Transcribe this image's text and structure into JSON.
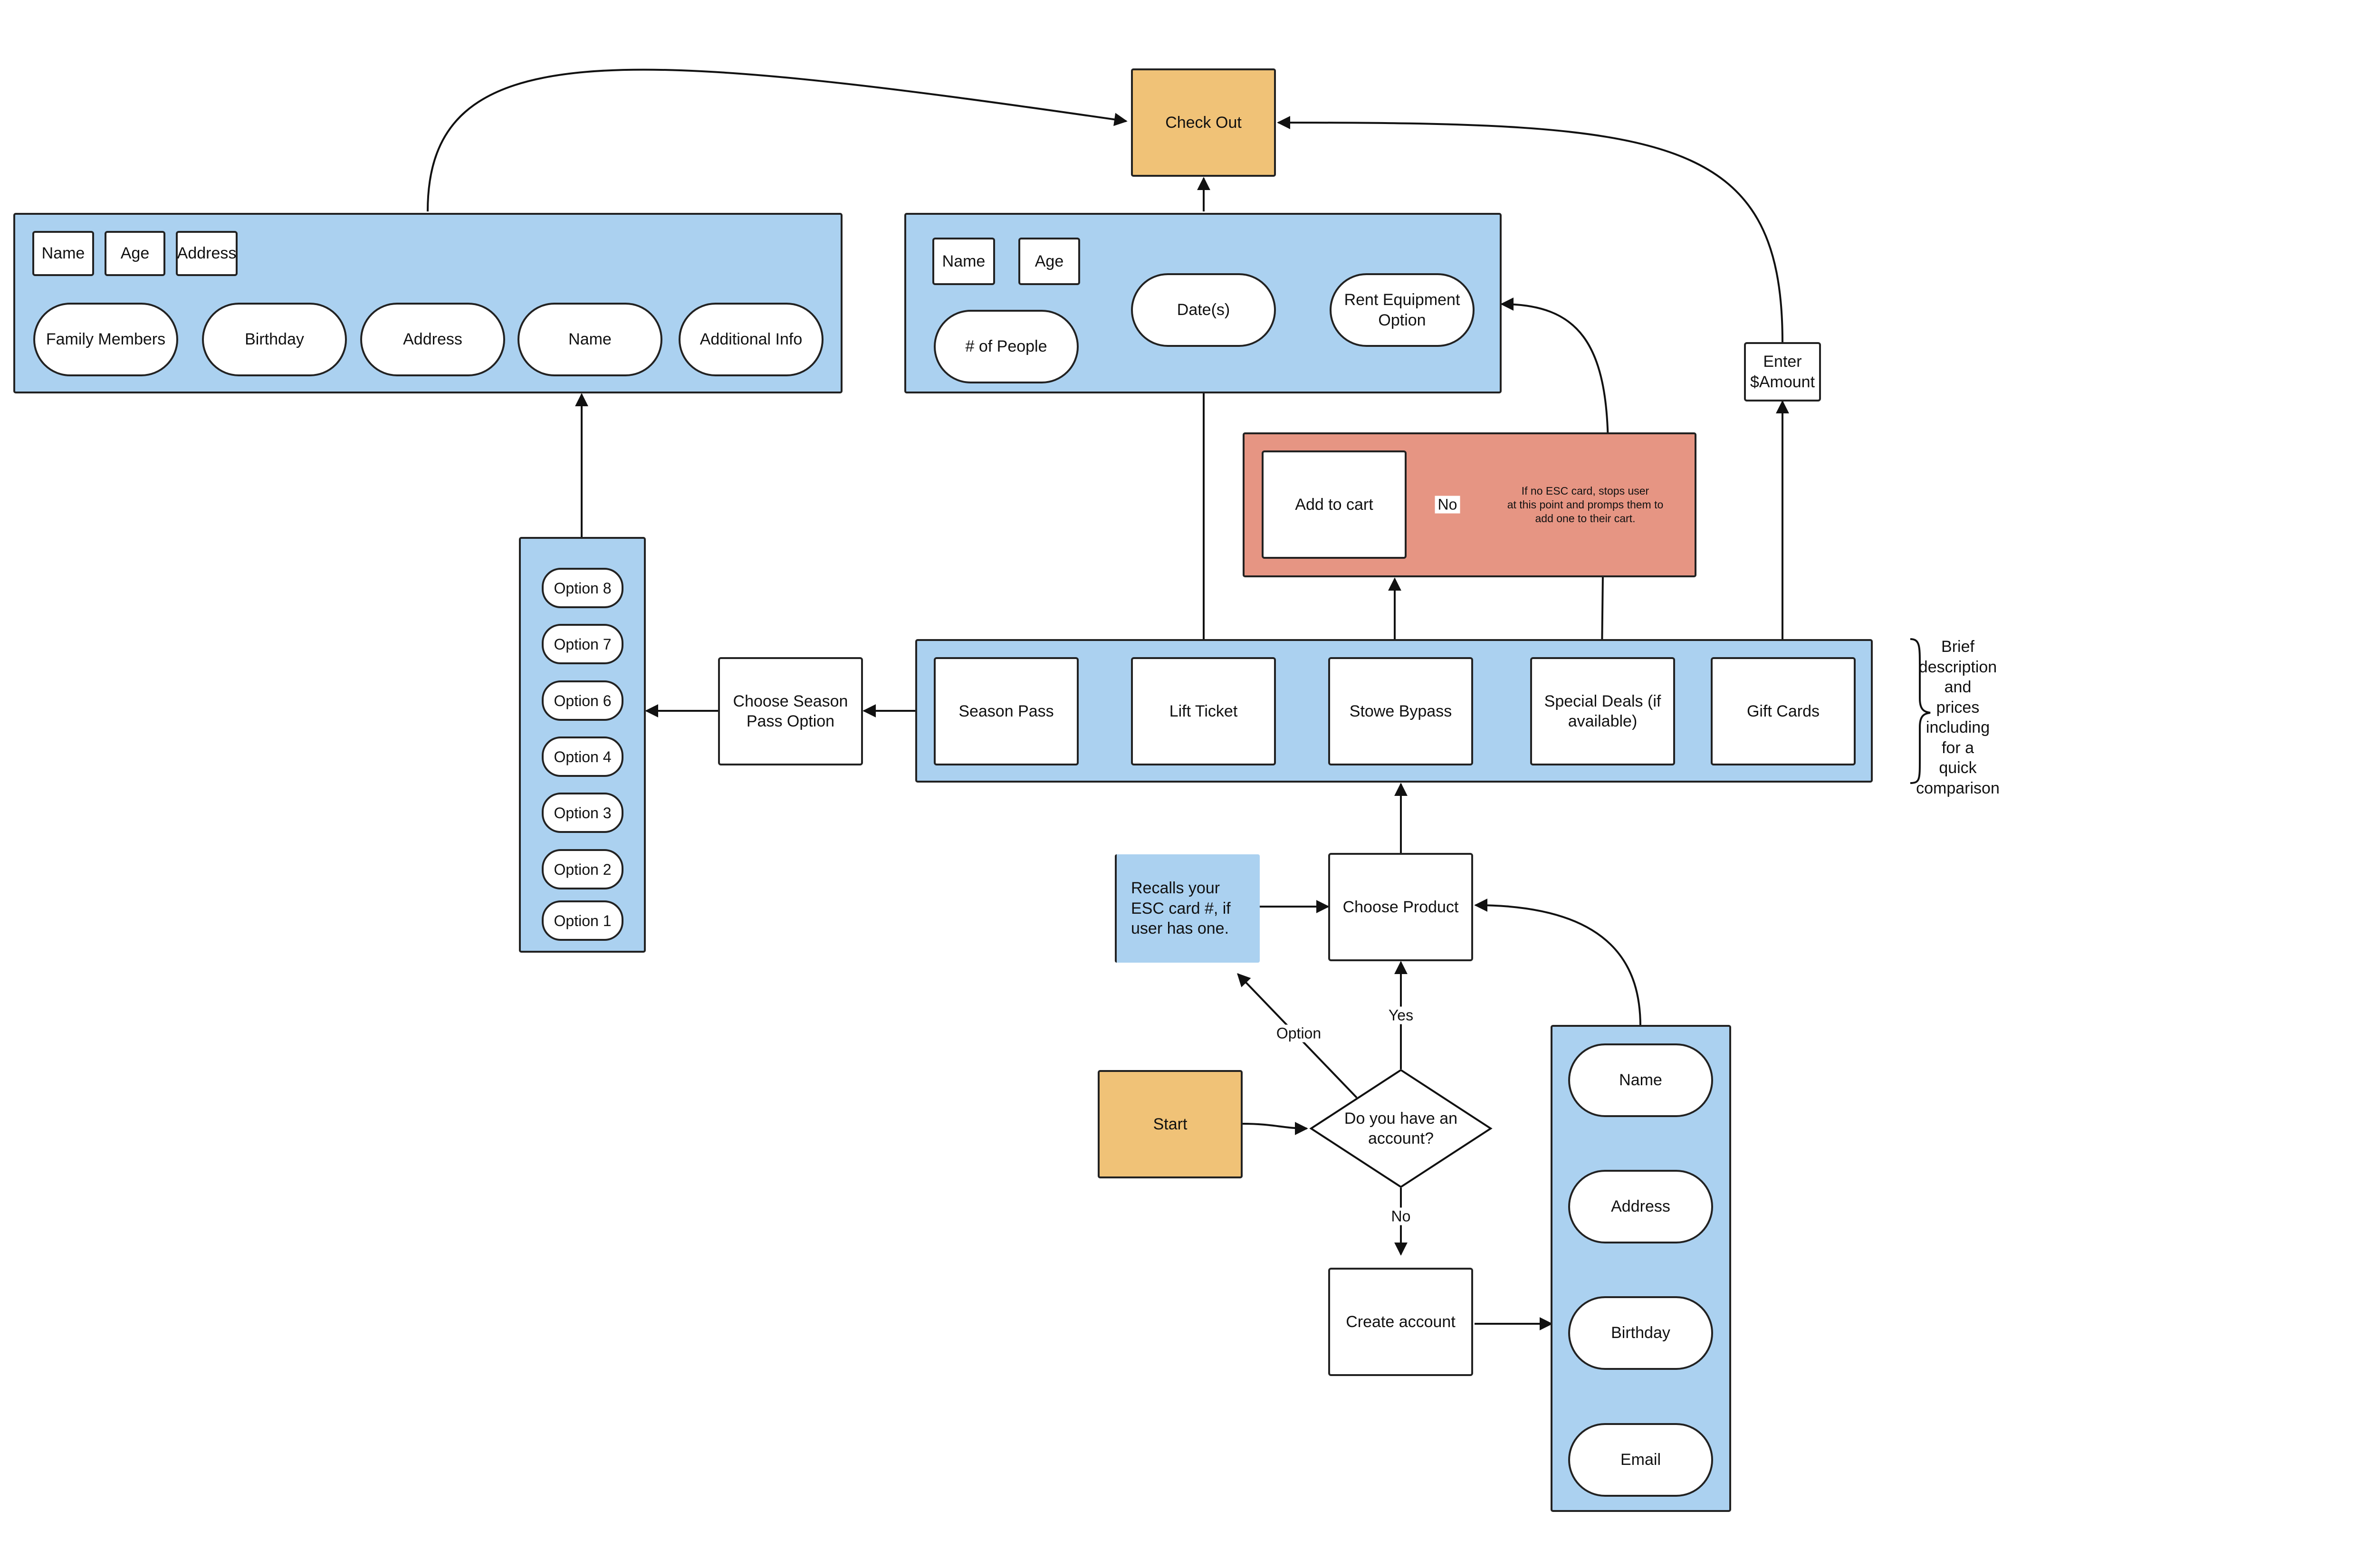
{
  "nodes": {
    "check_out": "Check Out",
    "family": {
      "name": "Name",
      "age": "Age",
      "address_small": "Address",
      "family_members": "Family Members",
      "birthday": "Birthday",
      "address": "Address",
      "name_pill": "Name",
      "additional_info": "Additional Info"
    },
    "ticket_details": {
      "name": "Name",
      "age": "Age",
      "num_people": "# of People",
      "dates": "Date(s)",
      "rent_equipment": "Rent Equipment\nOption"
    },
    "enter_amount": "Enter\n$Amount",
    "add_to_cart": "Add to cart",
    "esc_card_check": "If no ESC card, stops user\nat this point and promps them to\nadd one to their cart.",
    "options": [
      "Option 8",
      "Option 7",
      "Option 6",
      "Option 4",
      "Option 3",
      "Option 2",
      "Option 1"
    ],
    "choose_season_pass": "Choose Season\nPass Option",
    "products": {
      "season_pass": "Season Pass",
      "lift_ticket": "Lift Ticket",
      "stowe_bypass": "Stowe Bypass",
      "special_deals": "Special Deals (if\navailable)",
      "gift_cards": "Gift Cards"
    },
    "product_note": "Brief\ndescription\nand\nprices\nincluding\nfor a\nquick\ncomparison",
    "recalls_esc": "Recalls your\nESC card #, if\nuser has one.",
    "choose_product": "Choose Product",
    "start": "Start",
    "have_account": "Do you have an\naccount?",
    "create_account": "Create account",
    "signup": {
      "name": "Name",
      "address": "Address",
      "birthday": "Birthday",
      "email": "Email"
    }
  },
  "edge_labels": {
    "no_cart": "No",
    "option": "Option",
    "yes": "Yes",
    "no_account": "No"
  },
  "colors": {
    "panel_blue": "#abd1f0",
    "terminal_orange": "#f0c277",
    "alert_red": "#e69583",
    "stroke": "#222222"
  }
}
